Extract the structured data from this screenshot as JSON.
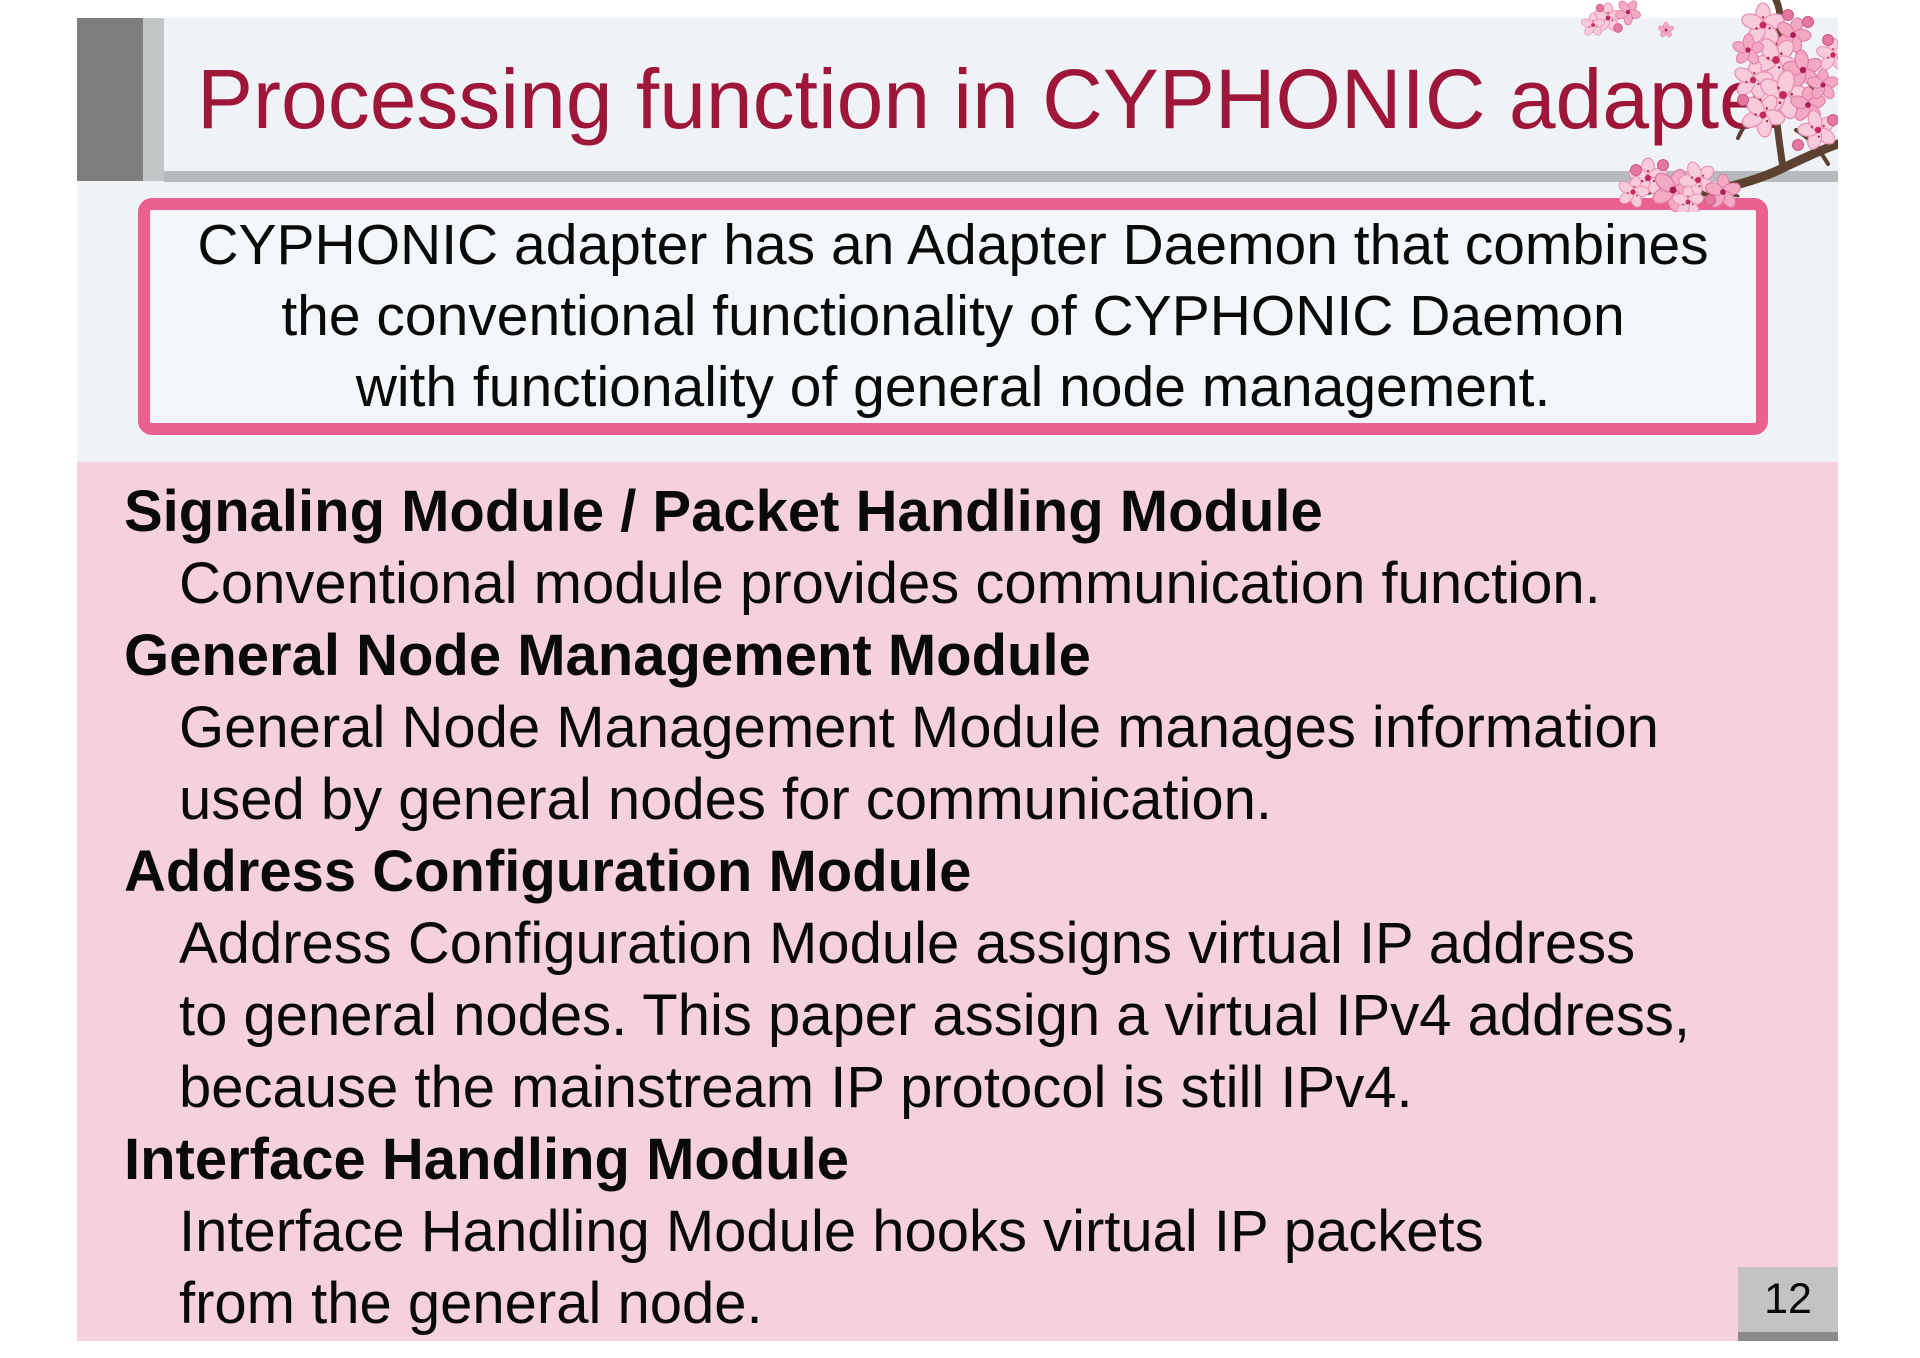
{
  "slide": {
    "title": "Processing function in CYPHONIC adapter",
    "summary_box": {
      "lines": [
        "CYPHONIC adapter has an Adapter Daemon that combines",
        "the conventional functionality of CYPHONIC Daemon",
        "with functionality of general node management."
      ]
    },
    "modules": [
      {
        "heading": "Signaling Module / Packet Handling Module",
        "lines": [
          "Conventional module provides communication function."
        ]
      },
      {
        "heading": "General Node Management Module",
        "lines": [
          "General Node Management Module manages information",
          "used by general nodes for communication."
        ]
      },
      {
        "heading": "Address Configuration Module",
        "lines": [
          "Address Configuration Module assigns virtual IP address",
          "to general nodes. This paper assign a virtual IPv4 address,",
          "because the mainstream IP protocol is still IPv4."
        ]
      },
      {
        "heading": "Interface Handling Module",
        "lines": [
          "Interface Handling Module hooks virtual IP packets",
          "from the general node."
        ]
      }
    ],
    "page_number": "12",
    "decoration": "cherry-blossom-branch",
    "colors": {
      "title_text": "#9e1638",
      "summary_border": "#ec6090",
      "modules_background": "#f5d0dd",
      "upper_band_background": "#eff3f7",
      "dark_gray_block": "#7d7d7d",
      "light_gray_block": "#c2c6c7",
      "title_rule": "#b7bbbc",
      "page_box": "#c3c3c3",
      "page_box_strip": "#8a8a8a",
      "body_text": "#0a0a0a"
    }
  }
}
